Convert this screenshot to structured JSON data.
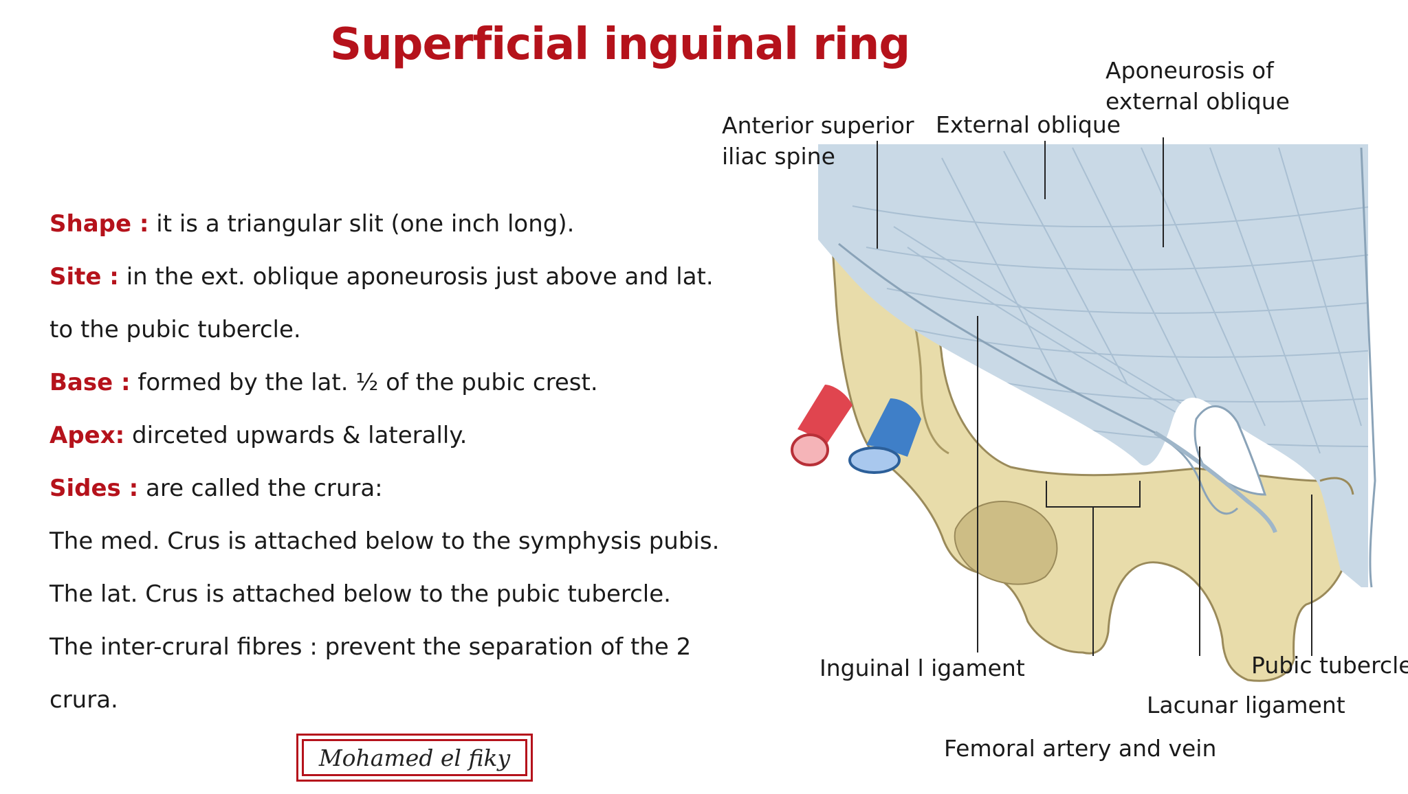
{
  "title": "Superficial inguinal ring",
  "bullets": [
    {
      "term": "Shape :",
      "text": " it is a triangular slit (one inch long)."
    },
    {
      "term": "Site :",
      "text": " in the ext. oblique aponeurosis just above and lat."
    },
    {
      "term": "",
      "text": "to the pubic tubercle."
    },
    {
      "term": "Base :",
      "text": " formed by the lat. ½ of the pubic crest."
    },
    {
      "term": "Apex:",
      "text": " dirceted upwards & laterally."
    },
    {
      "term": "Sides :",
      "text": " are called the crura:"
    },
    {
      "term": "",
      "text": "The med. Crus is attached below to the symphysis pubis."
    },
    {
      "term": "",
      "text": "The lat. Crus is attached below to the pubic tubercle."
    },
    {
      "term": "",
      "text": "The inter-crural fibres : prevent the separation of the 2"
    },
    {
      "term": "",
      "text": "crura."
    }
  ],
  "signature": "Mohamed el fiky",
  "diagram": {
    "labels": {
      "asis_line1": "Anterior superior",
      "asis_line2": "iliac spine",
      "external_oblique": "External oblique",
      "aponeurosis_line1": "Aponeurosis of",
      "aponeurosis_line2": "external oblique",
      "inguinal_ligament": "Inguinal l igament",
      "pubic_tubercle": "Pubic tubercle",
      "lacunar_ligament": "Lacunar ligament",
      "femoral_vessels": "Femoral artery and vein"
    }
  },
  "colors": {
    "accent": "#b5121b",
    "muscle": "#f08a68",
    "aponeurosis": "#c9d9e6",
    "bone": "#e8dcaa",
    "artery": "#e0454f",
    "vein": "#3f7fc8"
  }
}
